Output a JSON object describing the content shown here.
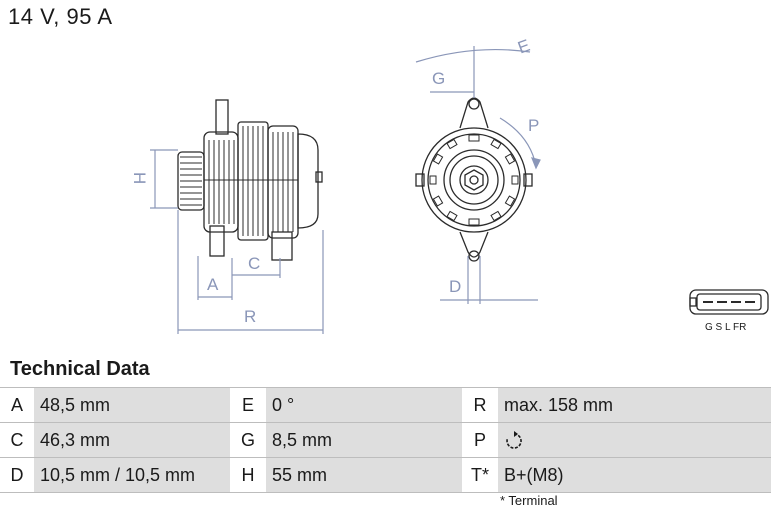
{
  "header": {
    "title": "14 V, 95 A"
  },
  "dimension_labels": {
    "a": "A",
    "c": "C",
    "d": "D",
    "e": "E",
    "g": "G",
    "h": "H",
    "p": "P",
    "r": "R"
  },
  "connector": {
    "pins": "G S L FR"
  },
  "section": {
    "title": "Technical Data"
  },
  "specs": {
    "a": {
      "key": "A",
      "value": "48,5 mm"
    },
    "e": {
      "key": "E",
      "value": "0 °"
    },
    "r": {
      "key": "R",
      "value": "max. 158 mm"
    },
    "c": {
      "key": "C",
      "value": "46,3 mm"
    },
    "g": {
      "key": "G",
      "value": "8,5 mm"
    },
    "p": {
      "key": "P",
      "value": "",
      "icon": "clockwise-rotation-icon"
    },
    "d": {
      "key": "D",
      "value": "10,5 mm / 10,5 mm"
    },
    "h": {
      "key": "H",
      "value": "55 mm"
    },
    "t": {
      "key": "T*",
      "value": "B+(M8)"
    }
  },
  "footnote": "* Terminal",
  "colors": {
    "dimension_lines": "#8a96b8",
    "table_fill": "#dedede"
  }
}
